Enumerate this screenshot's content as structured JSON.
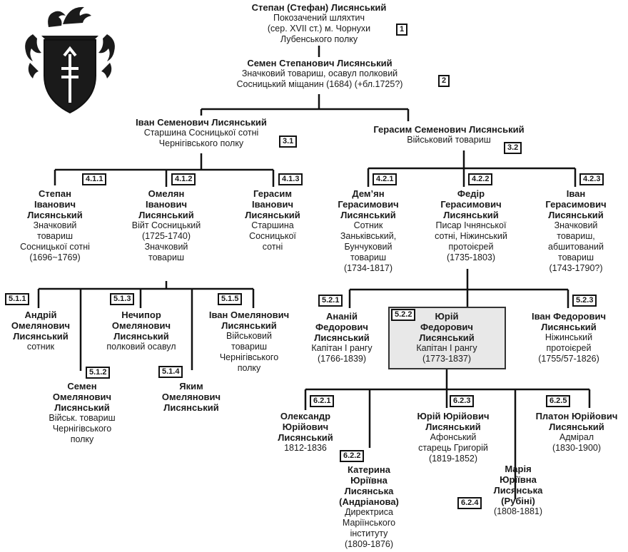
{
  "title_root": {
    "name": "Степан (Стефан) Лисянський",
    "desc": [
      "Покозачений шляхтич",
      "(сер. XVII ст.) м. Чорнухи",
      "Лубенського полку"
    ],
    "badge": "1"
  },
  "gen2": {
    "name": "Семен Степанович Лисянський",
    "desc": [
      "Значковий товариш, осавул полковий",
      "Сосницький міщанин (1684) (+бл.1725?)"
    ],
    "badge": "2"
  },
  "gen3": [
    {
      "name": "Іван Семенович Лисянський",
      "desc": [
        "Старшина Сосницької сотні",
        "Чернігівського полку"
      ],
      "badge": "3.1"
    },
    {
      "name": "Герасим Семенович Лисянський",
      "desc": [
        "Військовий товариш"
      ],
      "badge": "3.2"
    }
  ],
  "gen4": [
    {
      "name": [
        "Степан",
        "Іванович",
        "Лисянський"
      ],
      "desc": [
        "Значковий",
        "товариш",
        "Сосницької сотні",
        "(1696~1769)"
      ],
      "badge": "4.1.1"
    },
    {
      "name": [
        "Омелян",
        "Іванович",
        "Лисянський"
      ],
      "desc": [
        "Війт Сосницький",
        "(1725-1740)",
        "Значковий",
        "товариш"
      ],
      "badge": "4.1.2"
    },
    {
      "name": [
        "Герасим",
        "Іванович",
        "Лисянський"
      ],
      "desc": [
        "Старшина",
        "Сосницької",
        "сотні"
      ],
      "badge": "4.1.3"
    },
    {
      "name": [
        "Дем’ян",
        "Герасимович",
        "Лисянський"
      ],
      "desc": [
        "Сотник",
        "Заньківський,",
        "Бунчуковий",
        "товариш",
        "(1734-1817)"
      ],
      "badge": "4.2.1"
    },
    {
      "name": [
        "Федір",
        "Герасимович",
        "Лисянський"
      ],
      "desc": [
        "Писар Ічнянської",
        "сотні, Ніжинський",
        "протоієрей",
        "(1735-1803)"
      ],
      "badge": "4.2.2"
    },
    {
      "name": [
        "Іван",
        "Герасимович",
        "Лисянський"
      ],
      "desc": [
        "Значковий",
        "товариш,",
        "абшитований",
        "товариш",
        "(1743-1790?)"
      ],
      "badge": "4.2.3"
    }
  ],
  "gen5": [
    {
      "name": [
        "Андрій",
        "Омелянович",
        "Лисянський"
      ],
      "desc": [
        "сотник"
      ],
      "badge": "5.1.1"
    },
    {
      "name": [
        "Семен",
        "Омелянович",
        "Лисянський"
      ],
      "desc": [
        "Військ. товариш",
        "Чернігівського",
        "полку"
      ],
      "badge": "5.1.2"
    },
    {
      "name": [
        "Нечипор",
        "Омелянович",
        "Лисянський"
      ],
      "desc": [
        "полковий осавул"
      ],
      "badge": "5.1.3"
    },
    {
      "name": [
        "Яким",
        "Омелянович",
        "Лисянський"
      ],
      "desc": [],
      "badge": "5.1.4"
    },
    {
      "name": [
        "Іван Омелянович",
        "Лисянський"
      ],
      "desc": [
        "Військовий",
        "товариш",
        "Чернігівського",
        "полку"
      ],
      "badge": "5.1.5"
    },
    {
      "name": [
        "Ананій",
        "Федорович",
        "Лисянський"
      ],
      "desc": [
        "Капітан І рангу",
        "(1766-1839)"
      ],
      "badge": "5.2.1"
    },
    {
      "name": [
        "Юрій",
        "Федорович",
        "Лисянський"
      ],
      "desc": [
        "Капітан І рангу",
        "(1773-1837)"
      ],
      "badge": "5.2.2"
    },
    {
      "name": [
        "Іван Федорович",
        "Лисянський"
      ],
      "desc": [
        "Ніжинський",
        "протоієрей",
        "(1755/57-1826)"
      ],
      "badge": "5.2.3"
    }
  ],
  "gen6": [
    {
      "name": [
        "Олександр",
        "Юрійович",
        "Лисянський"
      ],
      "desc": [
        "1812-1836"
      ],
      "badge": "6.2.1"
    },
    {
      "name": [
        "Катерина",
        "Юріївна",
        "Лисянська",
        "(Андріанова)"
      ],
      "desc": [
        "Директриса",
        "Маріїнського",
        "інституту",
        "(1809-1876)"
      ],
      "badge": "6.2.2"
    },
    {
      "name": [
        "Юрій Юрійович",
        "Лисянський"
      ],
      "desc": [
        "Афонський",
        "старець Григорій",
        "(1819-1852)"
      ],
      "badge": "6.2.3"
    },
    {
      "name": [
        "Марія",
        "Юріївна",
        "Лисянська",
        "(Рубіні)"
      ],
      "desc": [
        "(1808-1881)"
      ],
      "badge": "6.2.4"
    },
    {
      "name": [
        "Платон Юрійович",
        "Лисянський"
      ],
      "desc": [
        "Адмірал",
        "(1830-1900)"
      ],
      "badge": "6.2.5"
    }
  ]
}
